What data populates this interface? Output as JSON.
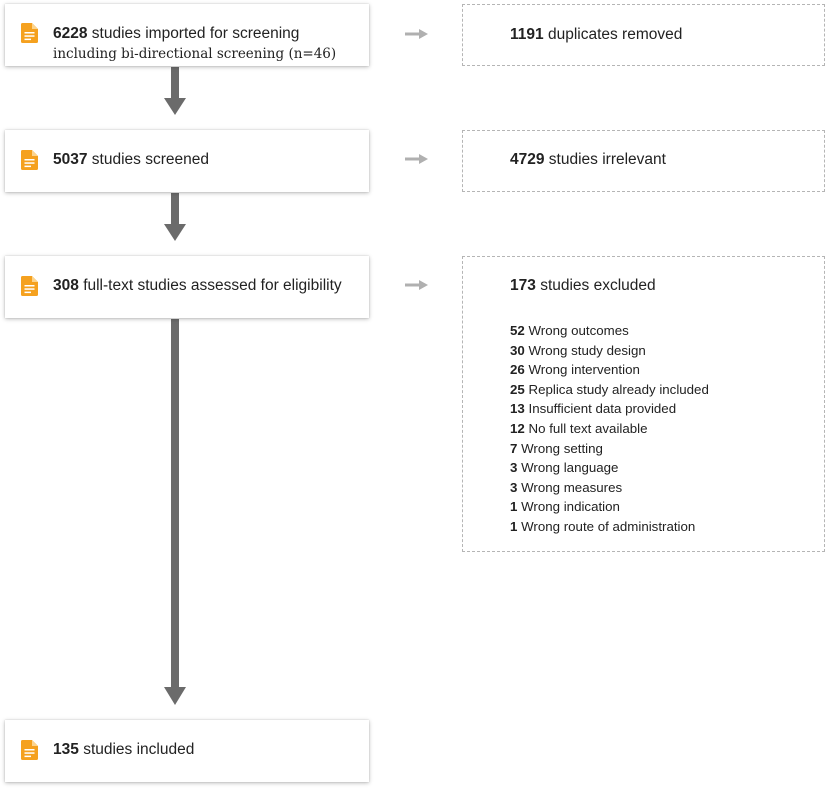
{
  "colors": {
    "icon": "#f5a11f",
    "arrow_main": "#6b6b6b",
    "arrow_side": "#b0b0b0",
    "dashed_border": "#b5b5b5"
  },
  "icon_name": "document-icon",
  "steps": [
    {
      "count": "6228",
      "label": "studies imported for screening",
      "sublabel": "including bi-directional screening (n=46)"
    },
    {
      "count": "5037",
      "label": "studies screened"
    },
    {
      "count": "308",
      "label": "full-text studies assessed for eligibility"
    },
    {
      "count": "135",
      "label": "studies included"
    }
  ],
  "removals": [
    {
      "count": "1191",
      "label": "duplicates removed"
    },
    {
      "count": "4729",
      "label": "studies irrelevant"
    },
    {
      "count": "173",
      "label": "studies excluded",
      "reasons": [
        {
          "count": "52",
          "label": "Wrong outcomes"
        },
        {
          "count": "30",
          "label": "Wrong study design"
        },
        {
          "count": "26",
          "label": "Wrong intervention"
        },
        {
          "count": "25",
          "label": "Replica study already included"
        },
        {
          "count": "13",
          "label": "Insufficient data provided"
        },
        {
          "count": "12",
          "label": "No full text available"
        },
        {
          "count": "7",
          "label": "Wrong setting"
        },
        {
          "count": "3",
          "label": "Wrong language"
        },
        {
          "count": "3",
          "label": "Wrong measures"
        },
        {
          "count": "1",
          "label": "Wrong indication"
        },
        {
          "count": "1",
          "label": "Wrong route of administration"
        }
      ]
    }
  ]
}
